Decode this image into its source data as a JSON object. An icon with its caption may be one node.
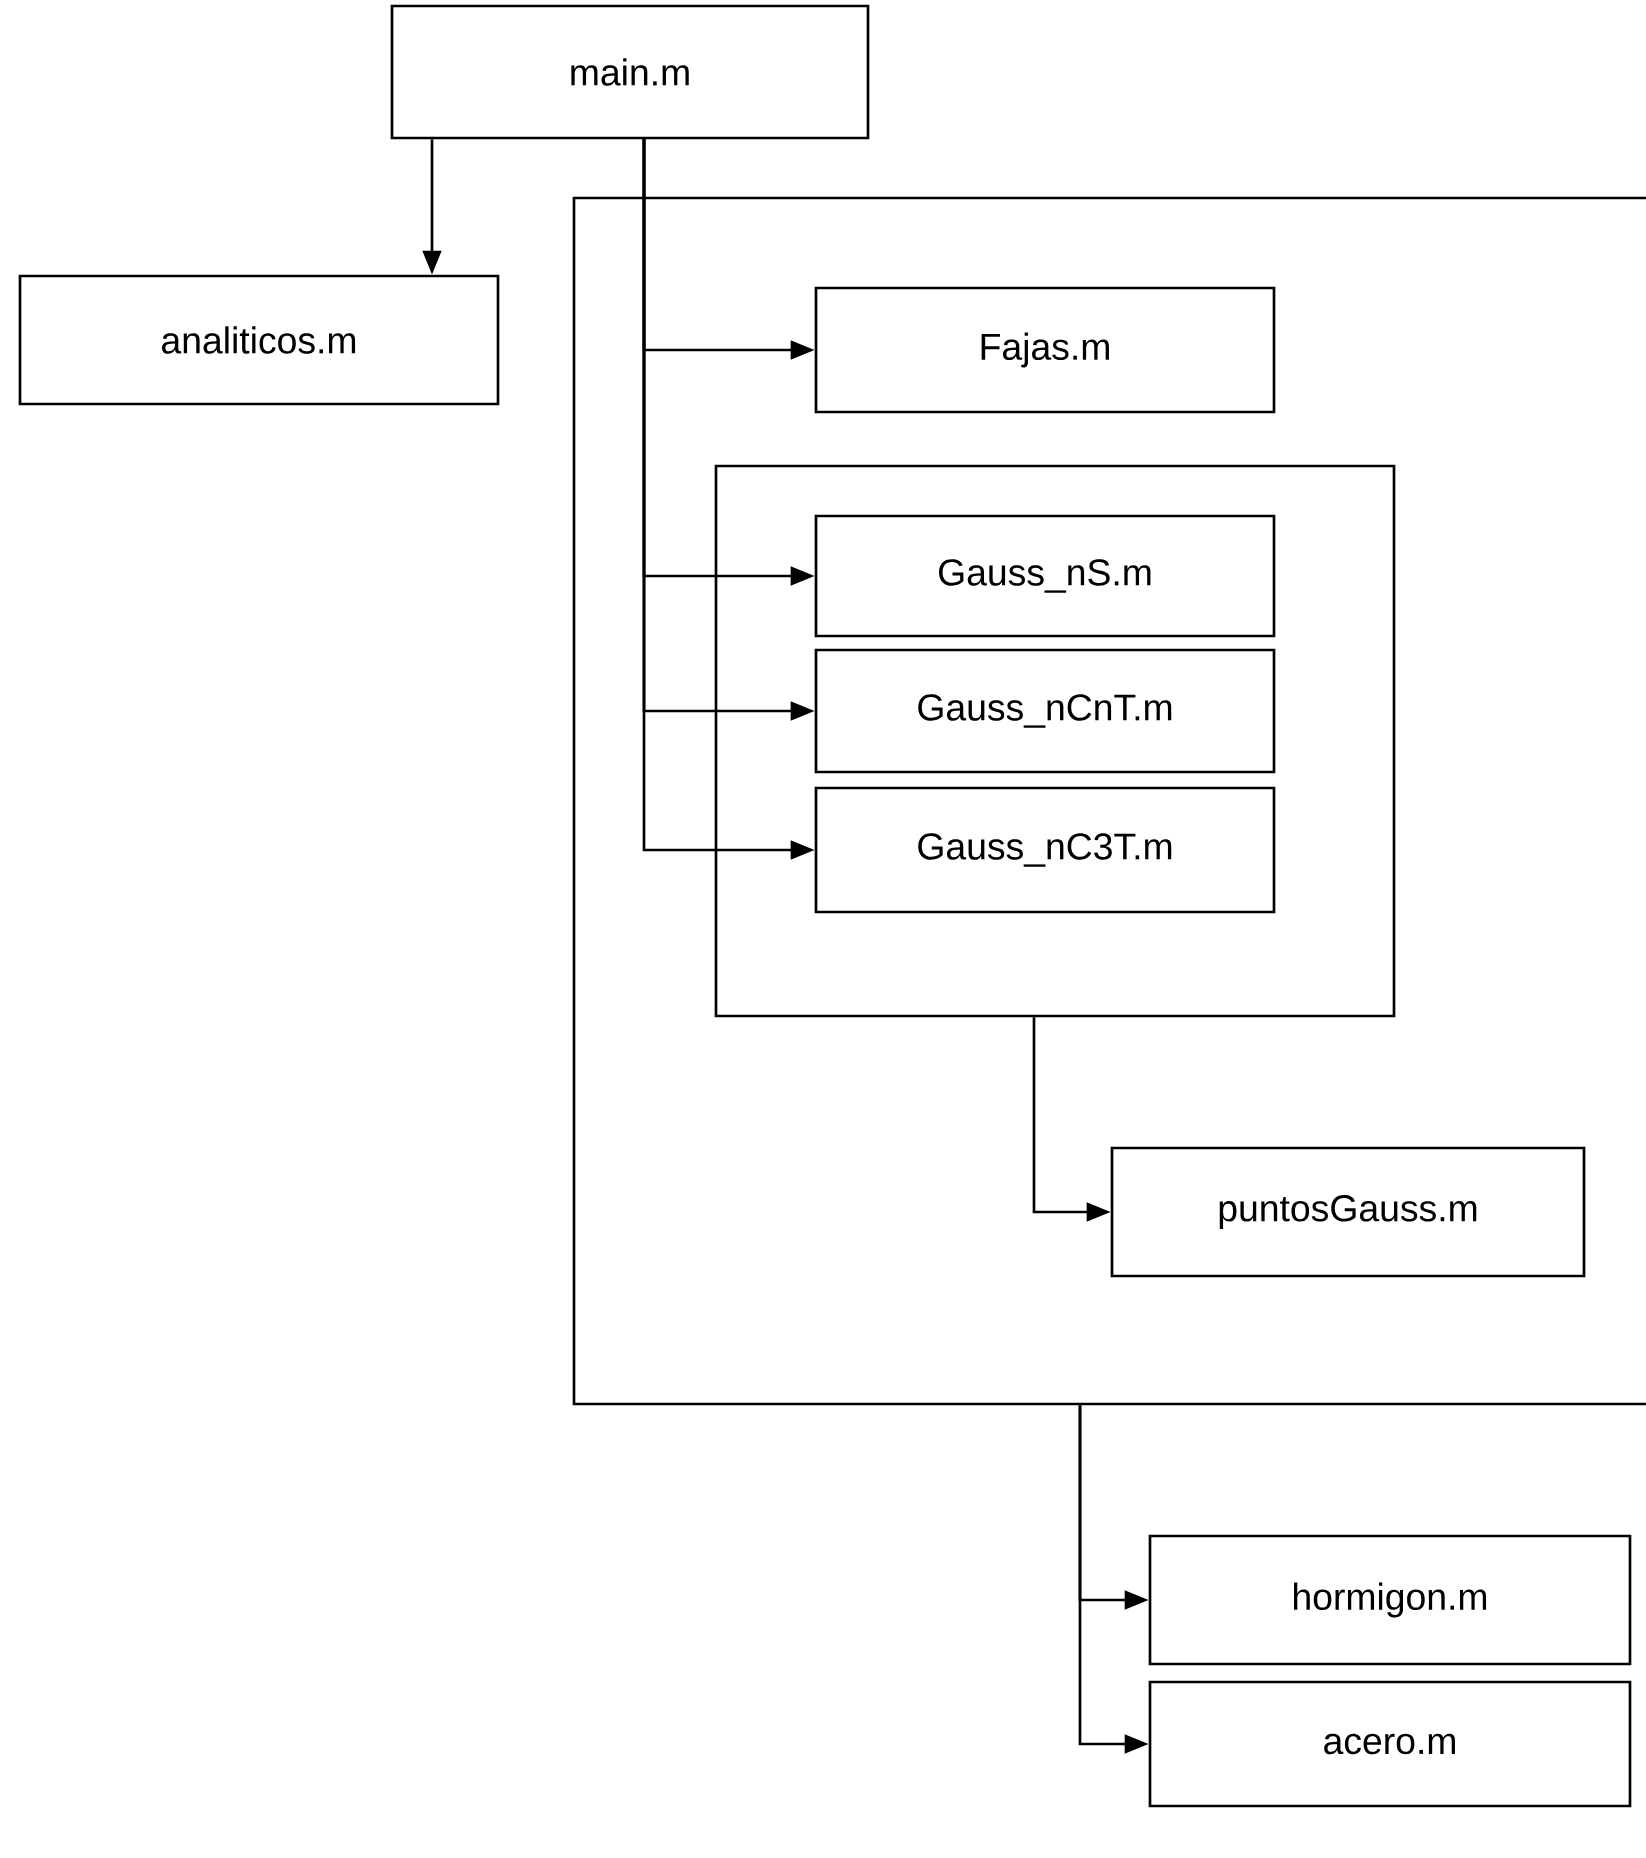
{
  "diagram": {
    "nodes": [
      {
        "text": [
          "main.m"
        ]
      },
      {
        "text": [
          "analiticos.m"
        ]
      },
      {
        "text": [],
        "shape": "box"
      },
      {
        "text": [
          "Fajas.m"
        ],
        "in": 2
      },
      {
        "text": [],
        "shape": "box",
        "in": 2
      },
      {
        "text": [
          "Gauss_nS.m"
        ],
        "in": 4
      },
      {
        "text": [
          "Gauss_nCnT.m"
        ],
        "in": 4
      },
      {
        "text": [
          "Gauss_nC3T.m"
        ],
        "in": 4
      },
      {
        "text": [
          "puntosGauss.m"
        ],
        "in": 2
      },
      {
        "text": [
          "hormigon.m"
        ]
      },
      {
        "text": [
          "acero.m"
        ]
      }
    ],
    "edges": [
      {
        "from": 0,
        "to": 1,
        "arrow": "to"
      },
      {
        "from": 0,
        "to": 3,
        "arrow": "to"
      },
      {
        "from": 0,
        "to": 5,
        "arrow": "to"
      },
      {
        "from": 0,
        "to": 6,
        "arrow": "to"
      },
      {
        "from": 0,
        "to": 7,
        "arrow": "to"
      },
      {
        "from": 4,
        "to": 8,
        "arrow": "to"
      },
      {
        "from": 2,
        "to": 9,
        "arrow": "to"
      },
      {
        "from": 2,
        "to": 10,
        "arrow": "to"
      }
    ]
  }
}
